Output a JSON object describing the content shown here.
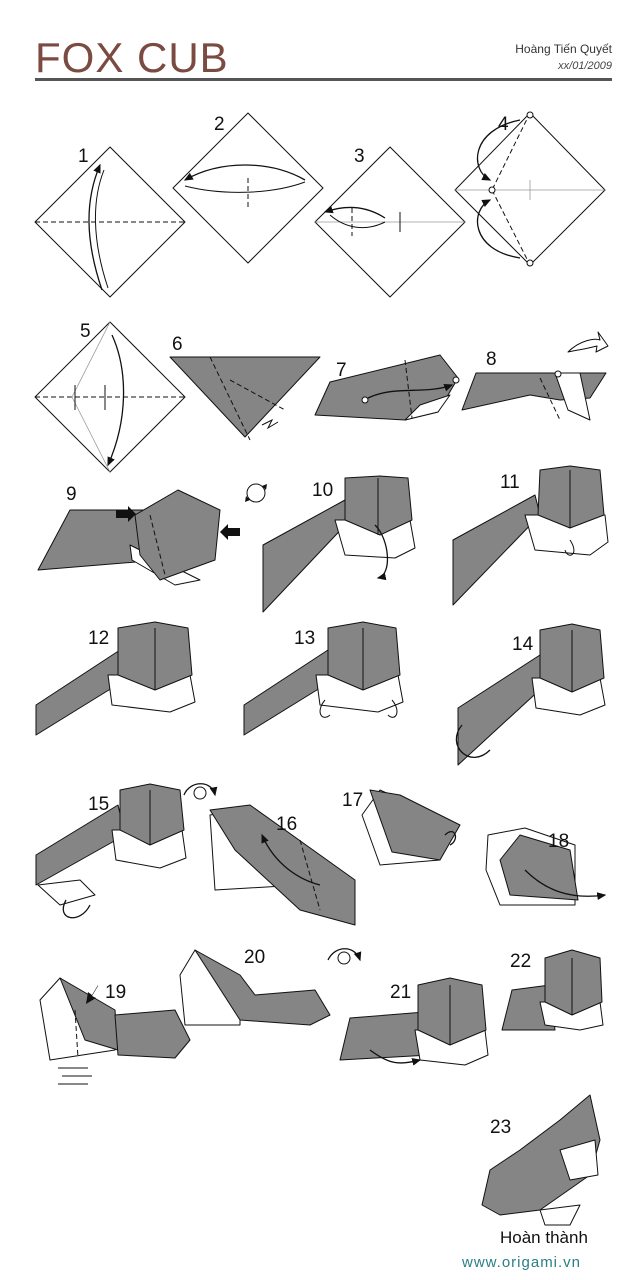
{
  "header": {
    "title": "FOX CUB",
    "author": "Hoàng Tiến Quyết",
    "date": "xx/01/2009"
  },
  "steps": [
    "1",
    "2",
    "3",
    "4",
    "5",
    "6",
    "7",
    "8",
    "9",
    "10",
    "11",
    "12",
    "13",
    "14",
    "15",
    "16",
    "17",
    "18",
    "19",
    "20",
    "21",
    "22",
    "23"
  ],
  "footer": {
    "finished_label": "Hoàn thành",
    "website": "www.origami.vn"
  },
  "colors": {
    "title": "#7b4a40",
    "paper": "#858585",
    "website": "#2a7f86"
  }
}
